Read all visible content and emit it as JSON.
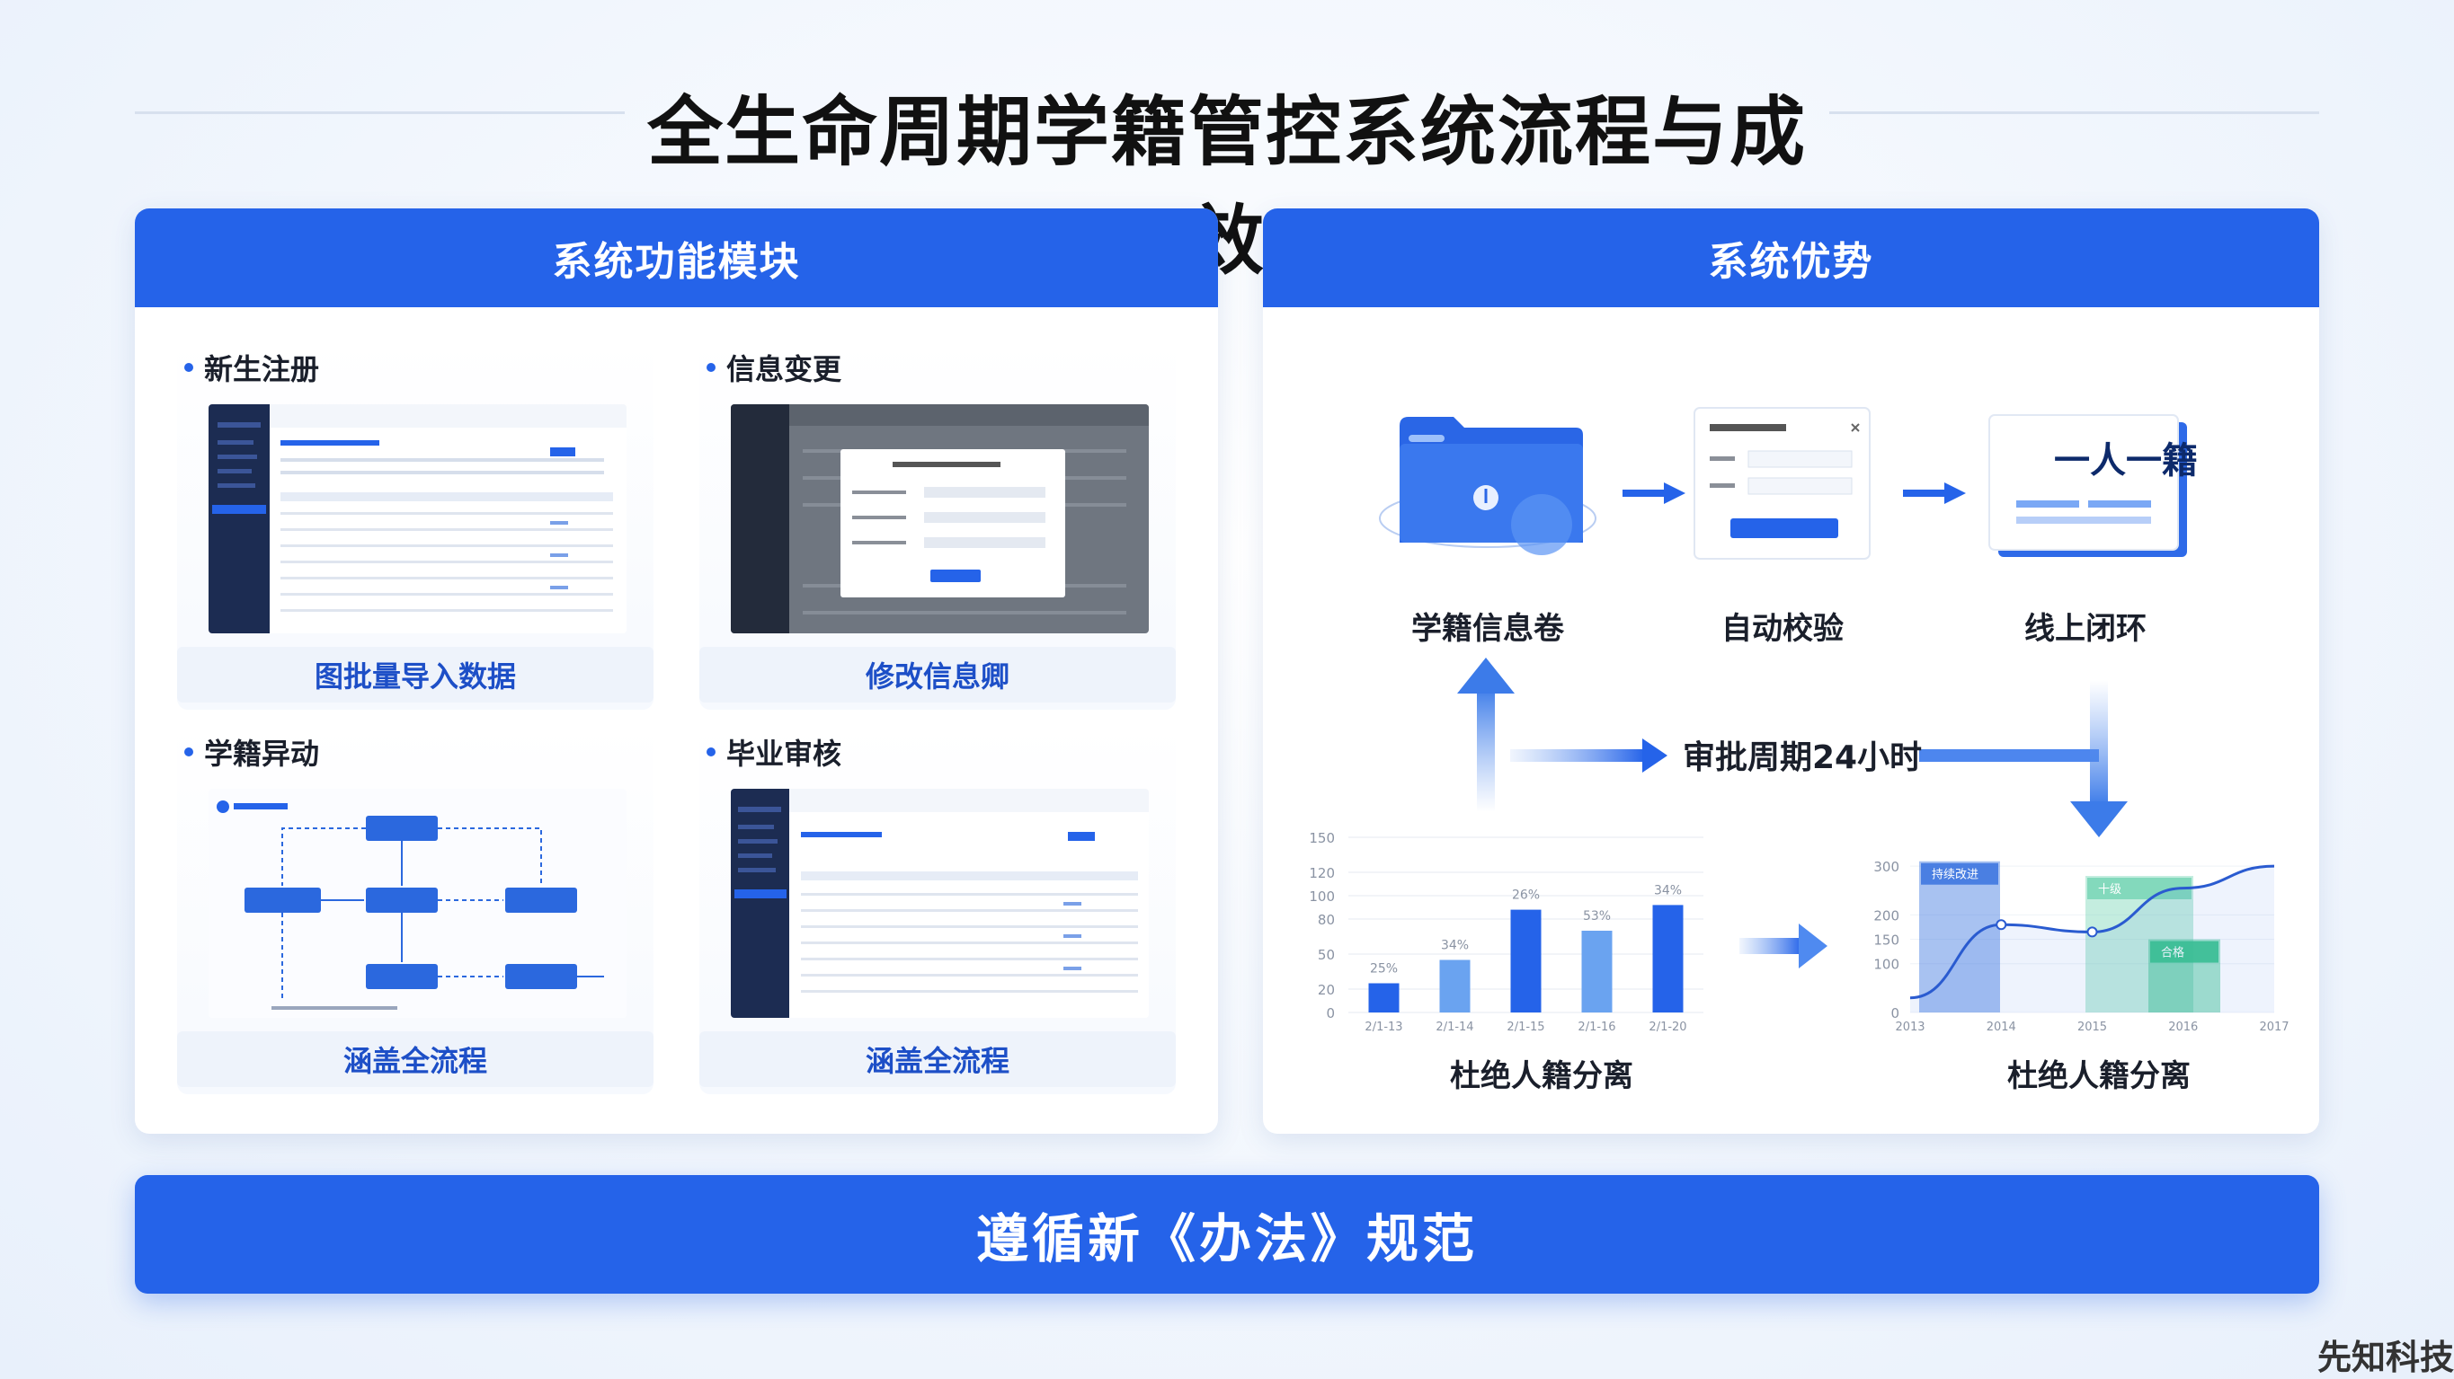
{
  "title": "全生命周期学籍管控系统流程与成效",
  "left_panel": {
    "header": "系统功能模块",
    "cards": [
      {
        "title": "新生注册",
        "caption": "图批量导入数据"
      },
      {
        "title": "信息变更",
        "caption": "修改信息卿"
      },
      {
        "title": "学籍异动",
        "caption": "涵盖全流程"
      },
      {
        "title": "毕业审核",
        "caption": "涵盖全流程"
      }
    ]
  },
  "right_panel": {
    "header": "系统优势",
    "flow": [
      {
        "label": "学籍信息卷",
        "icon": "folder-icon"
      },
      {
        "label": "自动校验",
        "icon": "form-dialog-icon"
      },
      {
        "label": "线上闭环",
        "icon": "document-icon",
        "doc_text": "一人一籍"
      }
    ],
    "approval_text": "审批周期24小时",
    "chart_captions": [
      "杜绝人籍分离",
      "杜绝人籍分离"
    ]
  },
  "footer": "遵循新《办法》规范",
  "watermark": "先知科技",
  "chart_data": [
    {
      "type": "bar",
      "title": "",
      "xlabel": "",
      "ylabel": "",
      "ylim": [
        0,
        150
      ],
      "yticks": [
        0,
        20,
        50,
        80,
        100,
        120,
        150
      ],
      "categories": [
        "2/1-13",
        "2/1-14",
        "2/1-15",
        "2/1-16",
        "2/1-20"
      ],
      "values": [
        25,
        45,
        88,
        70,
        92
      ],
      "data_labels": [
        "25%",
        "34%",
        "26%",
        "53%",
        "34%"
      ],
      "colors": [
        "#2563e9",
        "#6aa3f0",
        "#2563e9",
        "#6aa3f0",
        "#2563e9"
      ]
    },
    {
      "type": "area",
      "title": "",
      "xlabel": "",
      "ylabel": "",
      "ylim": [
        0,
        350
      ],
      "yticks": [
        0,
        100,
        150,
        200,
        300
      ],
      "categories": [
        "2013",
        "2014",
        "2015",
        "2016",
        "2017"
      ],
      "series": [
        {
          "values": [
            30,
            180,
            165,
            255,
            300
          ],
          "color": "#2a5bd0"
        }
      ],
      "bars": [
        {
          "value": 310,
          "color": "#3f78e0",
          "tag": "持续改进"
        },
        {
          "value": 280,
          "color": "#7cd6b8",
          "tag": "十级"
        },
        {
          "value": 150,
          "color": "#3cc48e",
          "tag": "合格"
        }
      ]
    }
  ]
}
